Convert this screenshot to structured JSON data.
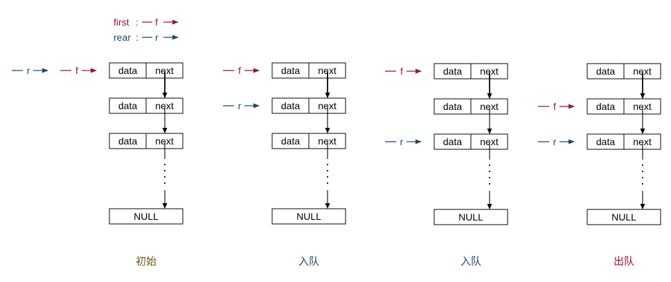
{
  "legend": {
    "first": {
      "name": "first",
      "sep": ":",
      "letter": "f"
    },
    "rear": {
      "name": "rear",
      "sep": ":",
      "letter": "r"
    }
  },
  "colors": {
    "first": "#a3112f",
    "rear": "#1d4872",
    "initial_caption": "#6b5a14",
    "enqueue_caption": "#1d4872",
    "dequeue_caption": "#a3112f"
  },
  "node": {
    "data_label": "data",
    "next_label": "next"
  },
  "null_label": "NULL",
  "columns": [
    {
      "caption": "初始",
      "caption_color_key": "initial_caption",
      "nodes": 3,
      "pointers": [
        {
          "key": "rear",
          "letter": "r",
          "node": 0,
          "slot": "outer"
        },
        {
          "key": "first",
          "letter": "f",
          "node": 0,
          "slot": "inner"
        }
      ]
    },
    {
      "caption": "入队",
      "caption_color_key": "enqueue_caption",
      "nodes": 3,
      "pointers": [
        {
          "key": "first",
          "letter": "f",
          "node": 0,
          "slot": "inner"
        },
        {
          "key": "rear",
          "letter": "r",
          "node": 1,
          "slot": "inner"
        }
      ]
    },
    {
      "caption": "入队",
      "caption_color_key": "enqueue_caption",
      "nodes": 3,
      "pointers": [
        {
          "key": "first",
          "letter": "f",
          "node": 0,
          "slot": "inner"
        },
        {
          "key": "rear",
          "letter": "r",
          "node": 2,
          "slot": "inner"
        }
      ]
    },
    {
      "caption": "出队",
      "caption_color_key": "dequeue_caption",
      "nodes": 3,
      "pointers": [
        {
          "key": "first",
          "letter": "f",
          "node": 1,
          "slot": "inner"
        },
        {
          "key": "rear",
          "letter": "r",
          "node": 2,
          "slot": "inner"
        }
      ]
    }
  ]
}
